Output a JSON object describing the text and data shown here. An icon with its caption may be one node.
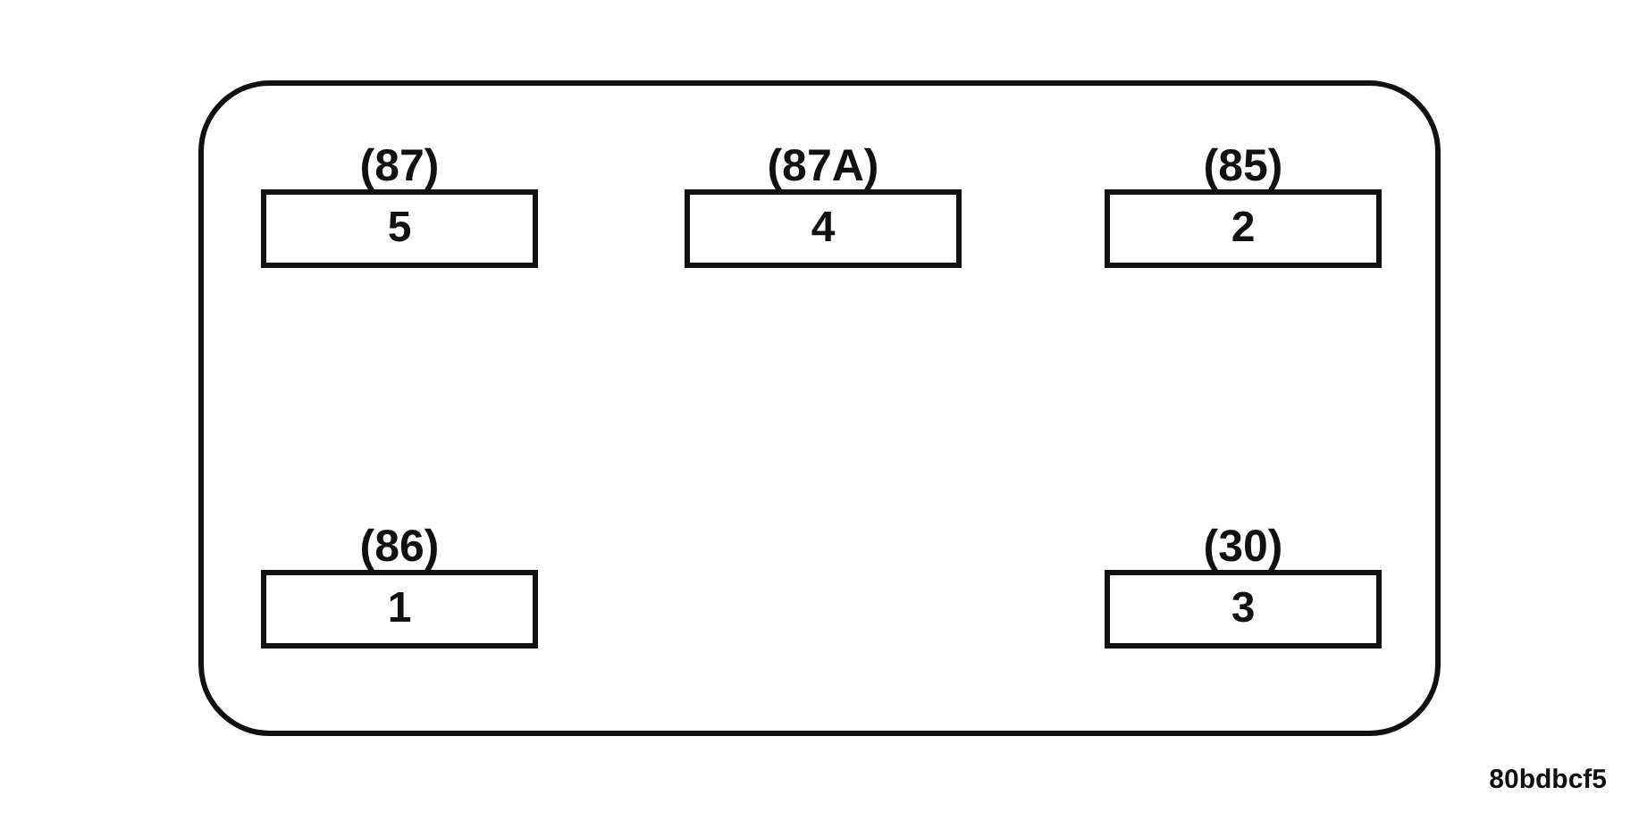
{
  "diagram": {
    "nodes": [
      {
        "text": [],
        "shape": "box"
      },
      {
        "text": [
          "(87)",
          "5"
        ],
        "in": 0
      },
      {
        "text": [
          "(87A)",
          "4"
        ],
        "in": 0
      },
      {
        "text": [
          "(85)",
          "2"
        ],
        "in": 0
      },
      {
        "text": [
          "(86)",
          "1"
        ],
        "in": 0
      },
      {
        "text": [
          "(30)",
          "3"
        ],
        "in": 0
      }
    ],
    "labels": [
      "80bdbcf5"
    ]
  }
}
